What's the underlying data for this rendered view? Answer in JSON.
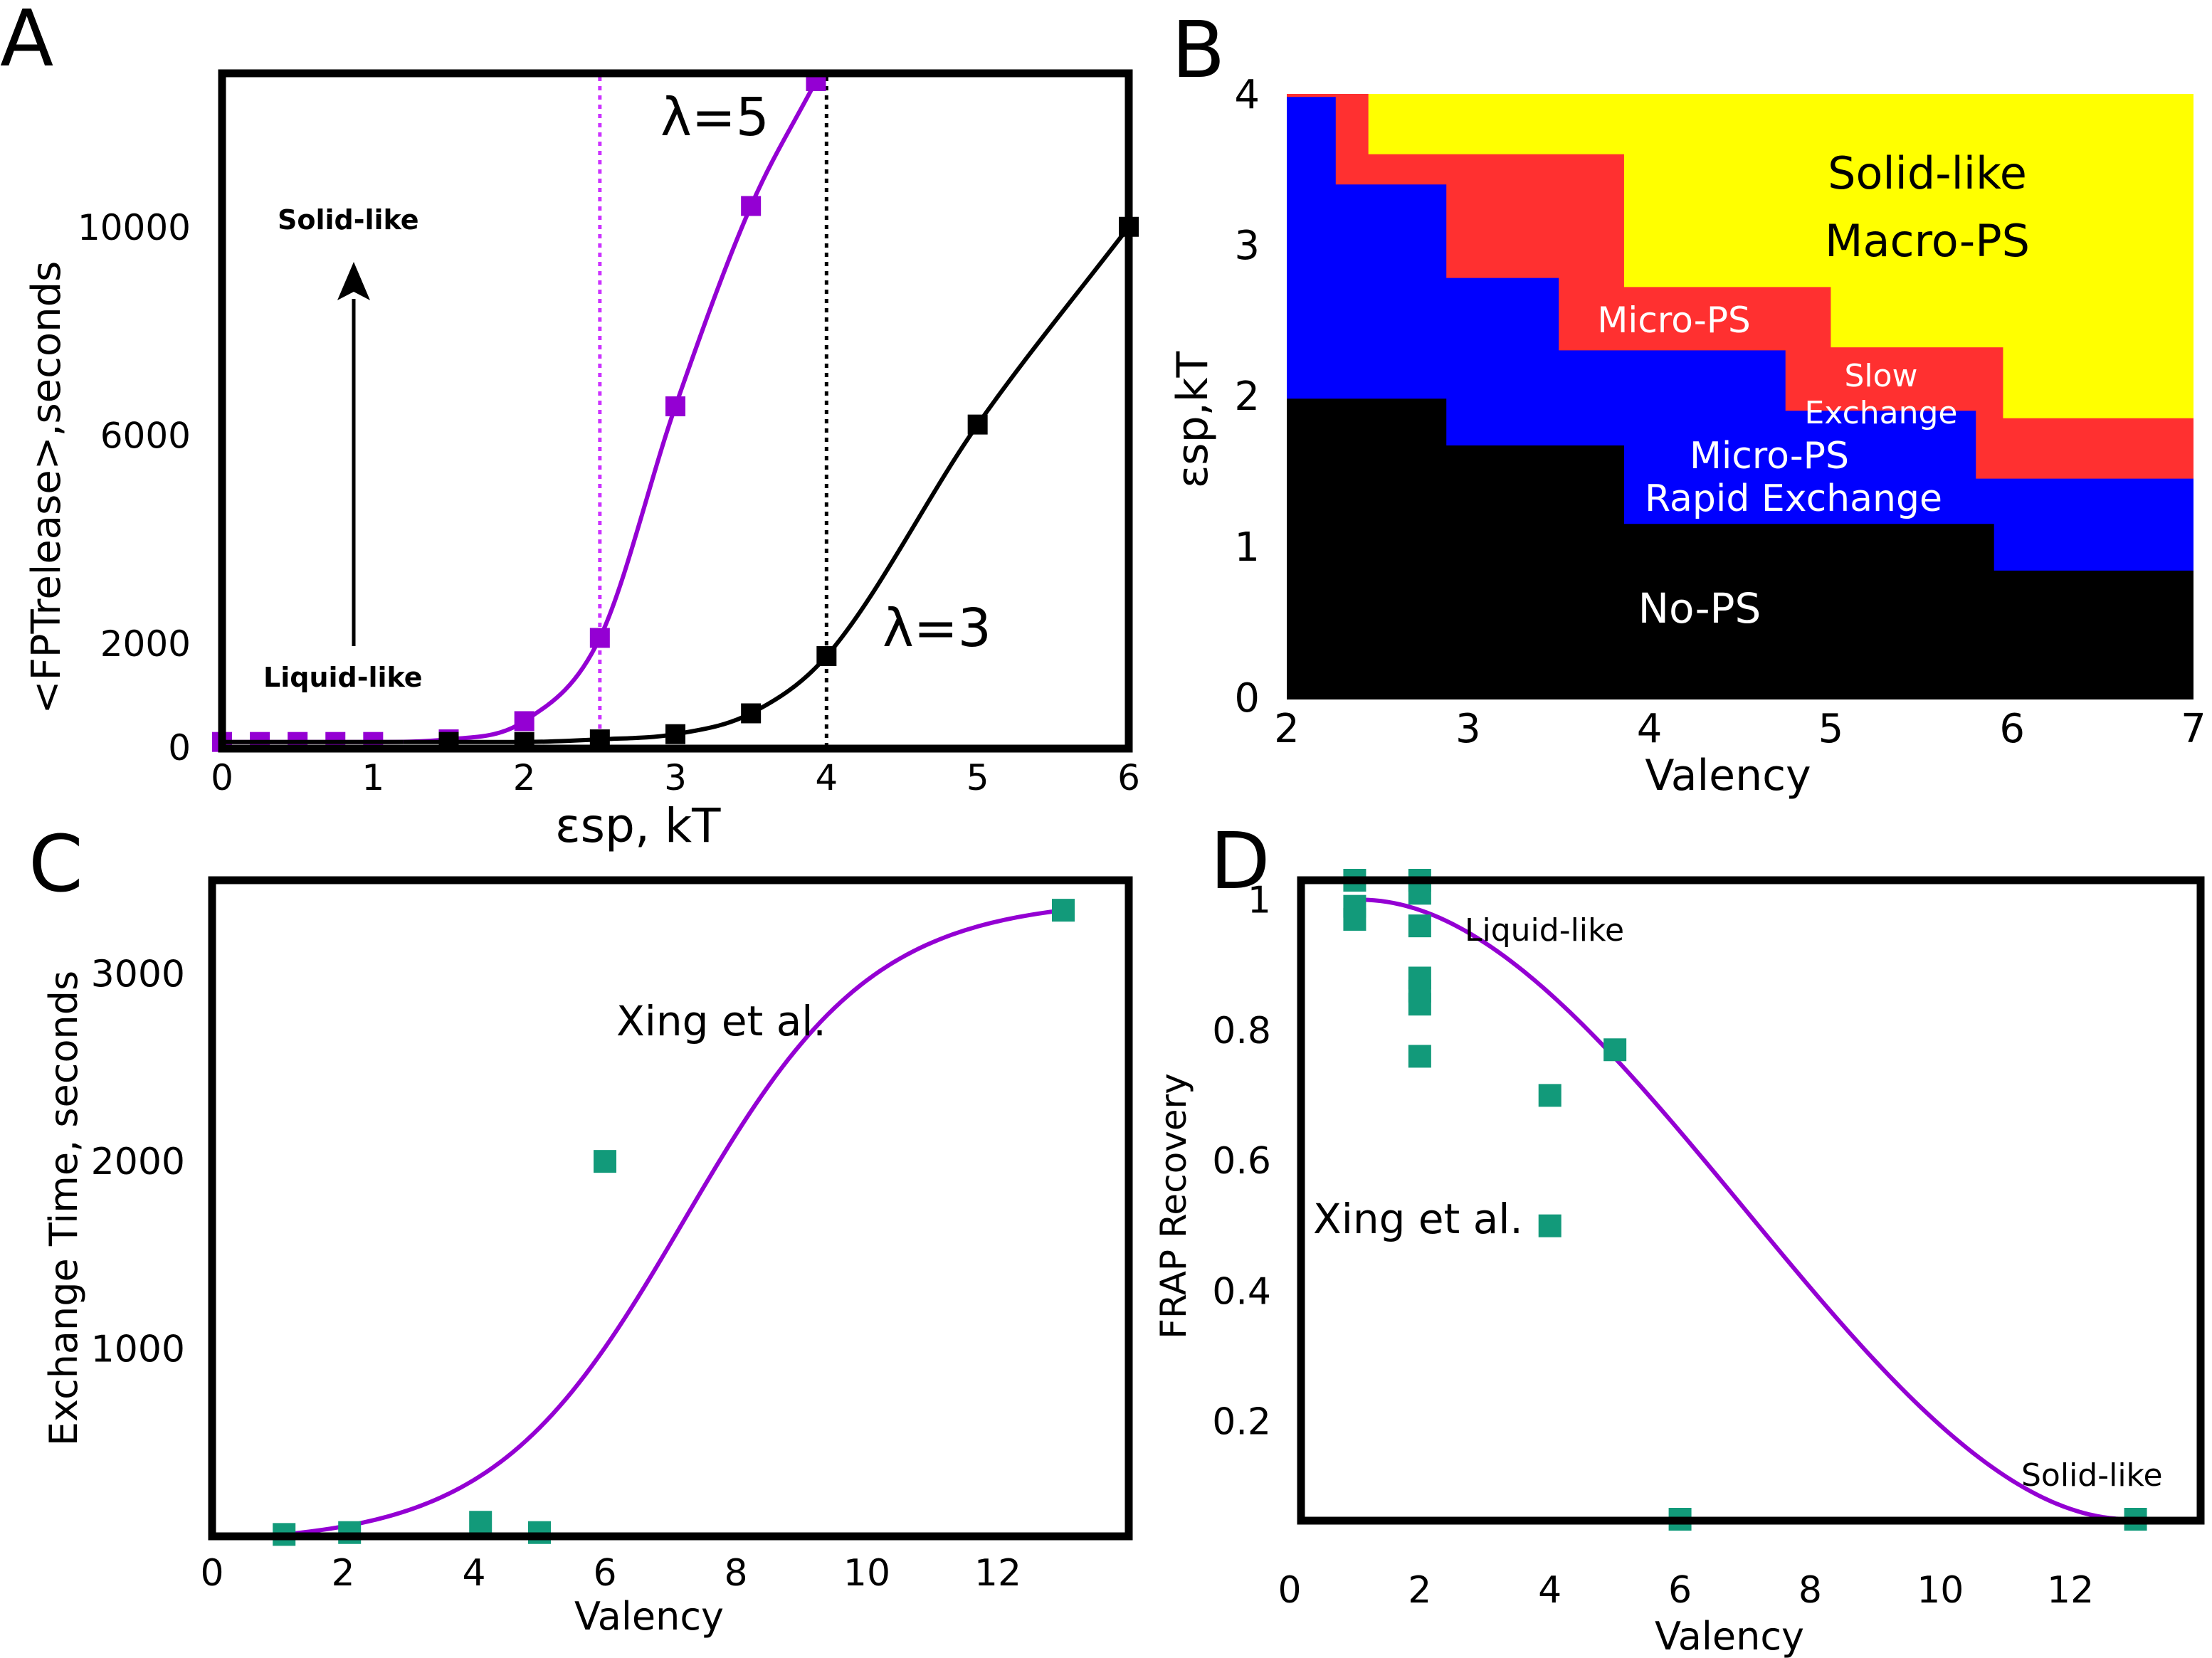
{
  "panels": {
    "A": "A",
    "B": "B",
    "C": "C",
    "D": "D"
  },
  "chart_data": [
    {
      "id": "A",
      "type": "line",
      "xlabel": "εsp, kT",
      "ylabel": "<FPTrelease>,seconds",
      "xlim": [
        0,
        6
      ],
      "ylim": [
        0,
        12800
      ],
      "x_ticks": [
        0,
        1,
        2,
        3,
        4,
        5,
        6
      ],
      "y_ticks": [
        0,
        2000,
        6000,
        10000
      ],
      "series": [
        {
          "name": "λ=5",
          "color": "#9400d3",
          "x": [
            0,
            0.25,
            0.5,
            0.75,
            1.0,
            1.5,
            2.0,
            2.5,
            3.0,
            3.5,
            3.93
          ],
          "y": [
            100,
            100,
            100,
            100,
            100,
            150,
            500,
            2100,
            6550,
            10400,
            12800
          ]
        },
        {
          "name": "λ=3",
          "color": "#000000",
          "x": [
            1.5,
            2.0,
            2.5,
            3.0,
            3.5,
            4.0,
            5.0,
            6.0
          ],
          "y": [
            100,
            100,
            150,
            250,
            650,
            1750,
            6200,
            10000
          ]
        }
      ],
      "vlines": [
        {
          "x": 2.5,
          "color": "#cc33ff"
        },
        {
          "x": 4.0,
          "color": "#000000"
        }
      ],
      "annotations": {
        "top": "Solid-like",
        "bottom": "Liquid-like"
      }
    },
    {
      "id": "B",
      "type": "heatmap",
      "xlabel": "Valency",
      "ylabel": "εsp,kT",
      "xlim": [
        2,
        7
      ],
      "ylim": [
        0,
        4
      ],
      "x_ticks": [
        2,
        3,
        4,
        5,
        6,
        7
      ],
      "y_ticks": [
        0,
        1,
        2,
        3,
        4
      ],
      "colors": {
        "nops": "#000000",
        "rapid": "#0000ff",
        "slow": "#ff3030",
        "macro": "#ffff00"
      },
      "boundaries": {
        "rapid_lower": [
          [
            2,
            1.98
          ],
          [
            2.88,
            1.98
          ],
          [
            2.88,
            1.67
          ],
          [
            3.86,
            1.67
          ],
          [
            3.86,
            1.15
          ],
          [
            5.9,
            1.15
          ],
          [
            5.9,
            0.84
          ],
          [
            7,
            0.84
          ]
        ],
        "slow_lower": [
          [
            2,
            3.98
          ],
          [
            2.27,
            3.98
          ],
          [
            2.27,
            3.4
          ],
          [
            2.88,
            3.4
          ],
          [
            2.88,
            2.78
          ],
          [
            3.5,
            2.78
          ],
          [
            3.5,
            2.3
          ],
          [
            4.75,
            2.3
          ],
          [
            4.75,
            1.9
          ],
          [
            5.8,
            1.9
          ],
          [
            5.8,
            1.45
          ],
          [
            7,
            1.45
          ]
        ],
        "macro_lower": [
          [
            2.45,
            4
          ],
          [
            2.45,
            3.6
          ],
          [
            3.86,
            3.6
          ],
          [
            3.86,
            2.72
          ],
          [
            5.0,
            2.72
          ],
          [
            5.0,
            2.32
          ],
          [
            5.95,
            2.32
          ],
          [
            5.95,
            1.85
          ],
          [
            7,
            1.85
          ]
        ]
      },
      "region_labels": {
        "macro_1": "Solid-like",
        "macro_2": "Macro-PS",
        "micro_slow": "Micro-PS",
        "slow_1": "Slow",
        "slow_2": "Exchange",
        "rapid_1": "Micro-PS",
        "rapid_2": "Rapid Exchange",
        "nops": "No-PS"
      }
    },
    {
      "id": "C",
      "type": "scatter",
      "xlabel": "Valency",
      "ylabel": "Exchange Time, seconds",
      "xlim": [
        0,
        14
      ],
      "ylim": [
        0,
        3500
      ],
      "x_ticks": [
        0,
        2,
        4,
        6,
        8,
        10,
        12
      ],
      "y_ticks": [
        1000,
        2000,
        3000
      ],
      "points": {
        "color": "#129a7a",
        "x": [
          1.1,
          2.1,
          4.1,
          5.0,
          6.0,
          13.0
        ],
        "y": [
          10,
          20,
          75,
          20,
          2000,
          3340
        ]
      },
      "fit_color": "#9400d3",
      "annotation": "Xing et al."
    },
    {
      "id": "D",
      "type": "scatter",
      "xlabel": "Valency",
      "ylabel": "FRAP Recovery",
      "xlim": [
        0,
        14
      ],
      "ylim": [
        0.05,
        1.03
      ],
      "x_ticks": [
        0,
        2,
        4,
        6,
        8,
        10,
        12
      ],
      "y_ticks": [
        0.2,
        0.4,
        0.6,
        0.8,
        1
      ],
      "points": {
        "color": "#129a7a",
        "x": [
          1,
          1,
          1,
          2,
          2,
          2,
          2,
          2,
          2,
          2,
          4,
          4,
          5,
          6,
          13
        ],
        "y": [
          1.03,
          0.99,
          0.97,
          1.03,
          1.01,
          0.96,
          0.88,
          0.86,
          0.84,
          0.76,
          0.7,
          0.5,
          0.77,
          0.05,
          0.05
        ]
      },
      "fit_color": "#9400d3",
      "annotations": {
        "top": "Liquid-like",
        "mid": "Xing et al.",
        "bottom": "Solid-like"
      }
    }
  ]
}
